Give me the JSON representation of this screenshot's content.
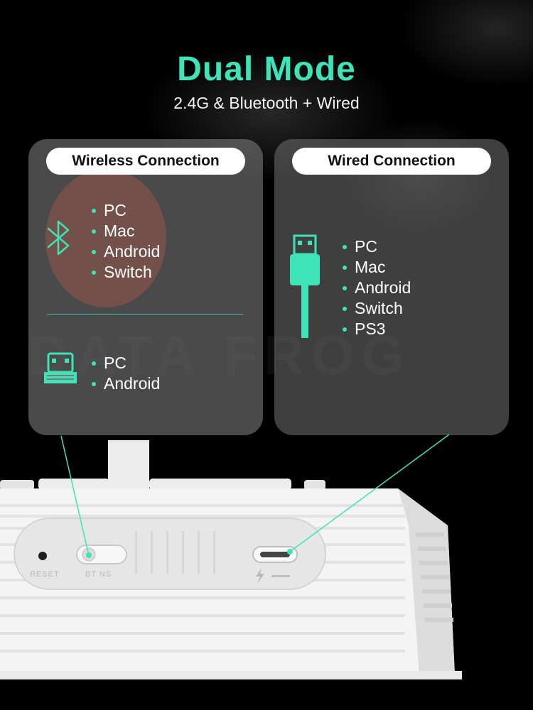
{
  "header": {
    "title": "Dual Mode",
    "subtitle": "2.4G & Bluetooth + Wired"
  },
  "wireless": {
    "title": "Wireless Connection",
    "bluetooth_items": [
      "PC",
      "Mac",
      "Android",
      "Switch"
    ],
    "dongle_items": [
      "PC",
      "Android"
    ]
  },
  "wired": {
    "title": "Wired Connection",
    "items": [
      "PC",
      "Mac",
      "Android",
      "Switch",
      "PS3"
    ]
  },
  "device": {
    "reset_label": "RESET",
    "mode_label": "BT NS"
  },
  "watermark": "DATA FROG",
  "colors": {
    "accent": "#3fe3b8",
    "panel": "#7a7a7a",
    "background": "#000000",
    "device": "#f2f2f2"
  },
  "icons": [
    "bluetooth-icon",
    "usb-dongle-icon",
    "usb-cable-icon"
  ]
}
